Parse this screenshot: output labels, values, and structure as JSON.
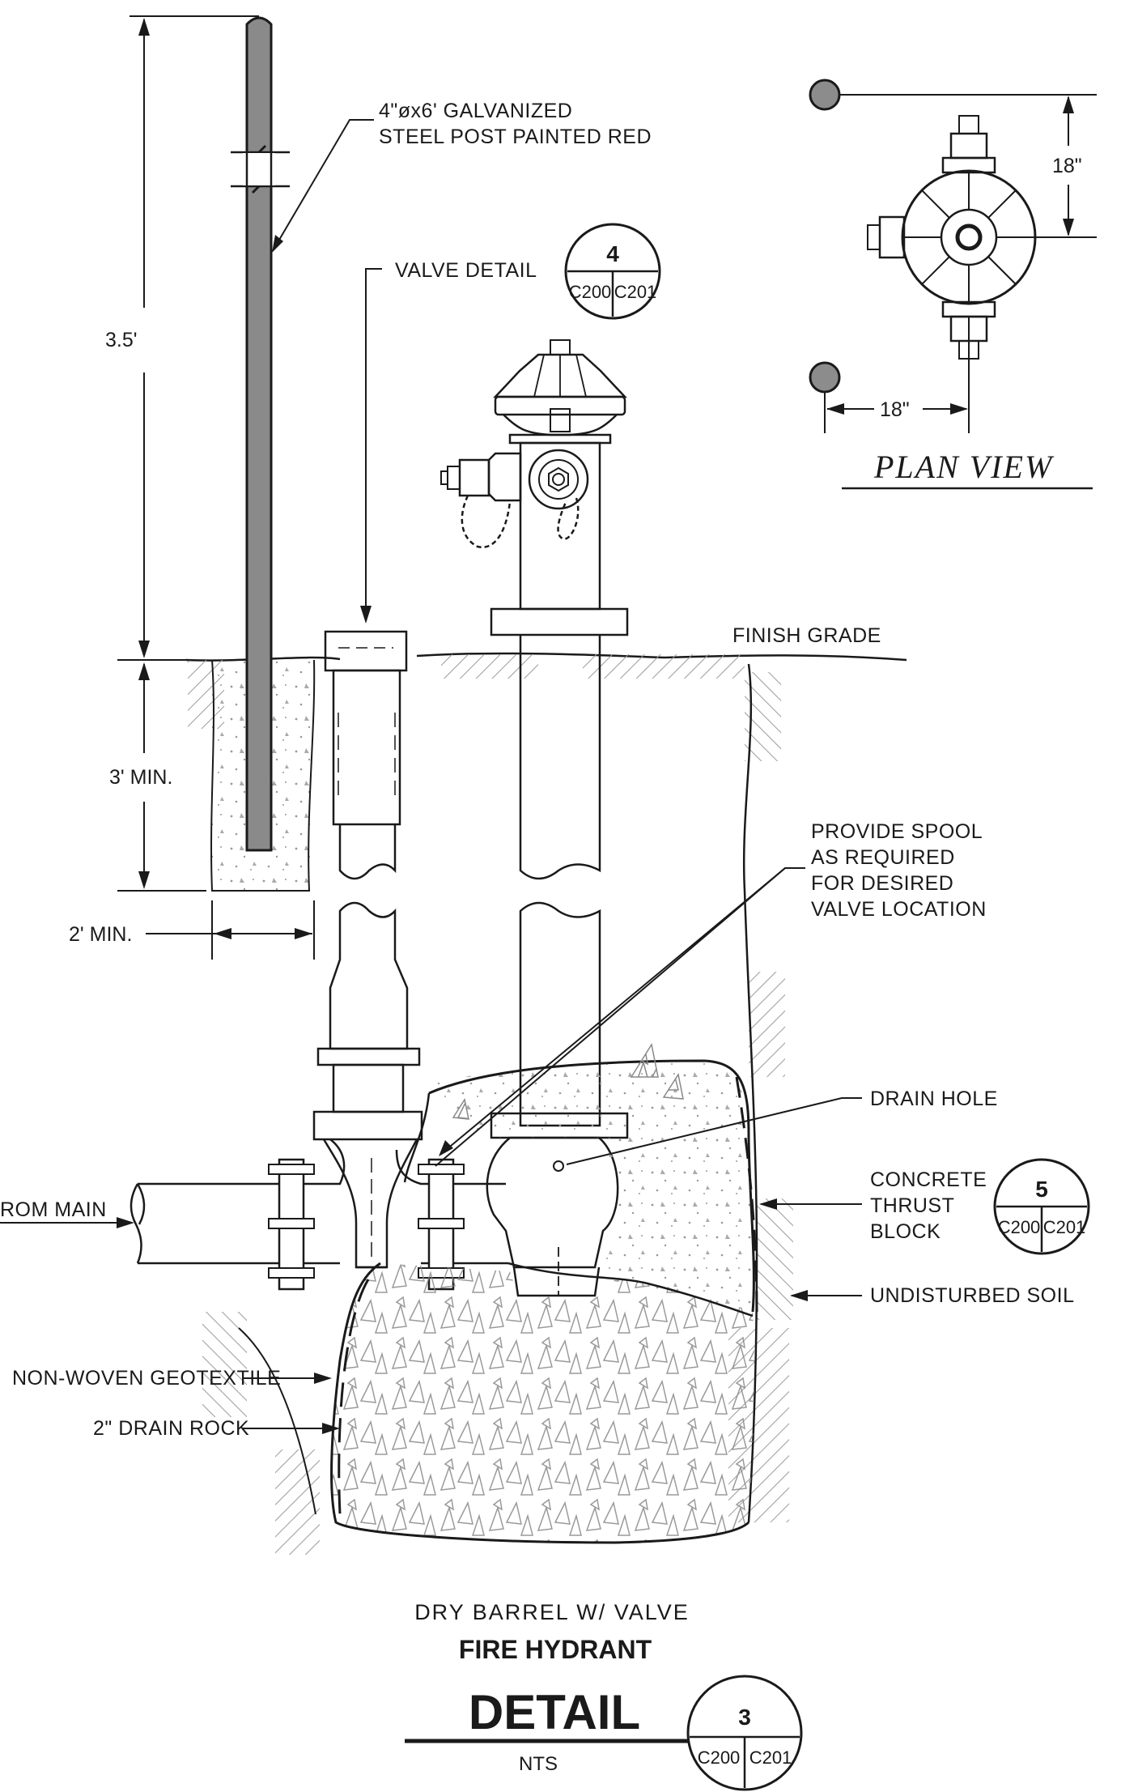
{
  "labels": {
    "post_line1": "4\"øx6' GALVANIZED",
    "post_line2": "STEEL POST PAINTED RED",
    "valve_detail": "VALVE DETAIL",
    "finish_grade": "FINISH GRADE",
    "spool_line1": "PROVIDE SPOOL",
    "spool_line2": "AS REQUIRED",
    "spool_line3": "FOR DESIRED",
    "spool_line4": "VALVE LOCATION",
    "drain_hole": "DRAIN HOLE",
    "thrust_line1": "CONCRETE",
    "thrust_line2": "THRUST",
    "thrust_line3": "BLOCK",
    "undisturbed_soil": "UNDISTURBED SOIL",
    "from_main": "ROM MAIN",
    "geotextile": "NON-WOVEN GEOTEXTILE",
    "drain_rock": "2\" DRAIN ROCK",
    "plan_view": "PLAN VIEW"
  },
  "dimensions": {
    "post_height": "3.5'",
    "post_depth": "3' MIN.",
    "post_width": "2' MIN.",
    "plan_vertical": "18\"",
    "plan_horizontal": "18\""
  },
  "callouts": {
    "valve": {
      "number": "4",
      "sheet_left": "C200",
      "sheet_right": "C201"
    },
    "thrust": {
      "number": "5",
      "sheet_left": "C200",
      "sheet_right": "C201"
    },
    "detail": {
      "number": "3",
      "sheet_left": "C200",
      "sheet_right": "C201"
    }
  },
  "title_block": {
    "subtitle1": "DRY BARREL W/ VALVE",
    "subtitle2": "FIRE HYDRANT",
    "title": "DETAIL",
    "scale": "NTS"
  },
  "colors": {
    "ink": "#1a1a1a",
    "post_fill": "#8a8a8a",
    "hatch": "#9a9a9a",
    "bollard_fill": "#8c8c8c"
  }
}
